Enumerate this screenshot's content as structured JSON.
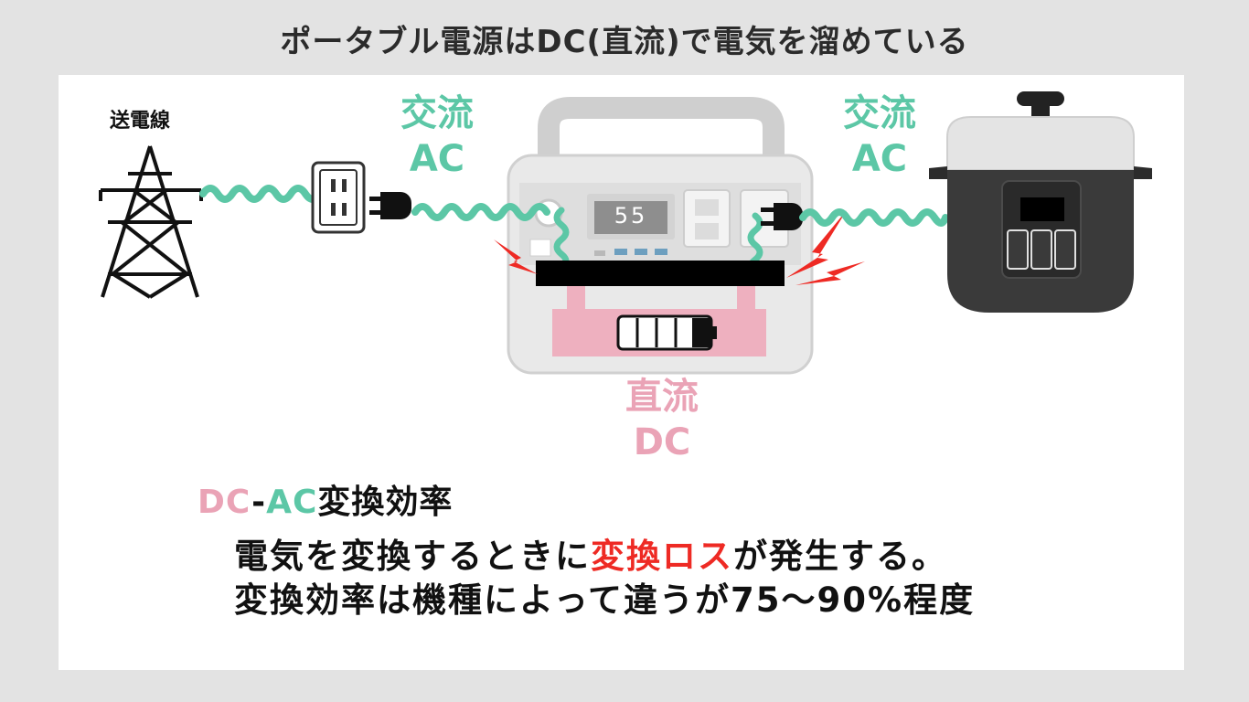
{
  "title": "ポータブル電源はDC(直流)で電気を溜めている",
  "labels": {
    "power_line": "送電線",
    "ac_left": {
      "top": "交流",
      "bottom": "AC"
    },
    "ac_right": {
      "top": "交流",
      "bottom": "AC"
    },
    "dc": {
      "top": "直流",
      "bottom": "DC"
    },
    "display_value": "55"
  },
  "efficiency": {
    "heading_dc": "DC",
    "heading_sep": "-",
    "heading_ac": "AC",
    "heading_rest": "変換効率",
    "line1_a": "電気を変換するときに",
    "line1_b": "変換ロス",
    "line1_c": "が発生する。",
    "line2": "変換効率は機種によって違うが75～90%程度"
  },
  "colors": {
    "ac_green": "#5cc7a6",
    "dc_pink": "#eaa3b6",
    "loss_red": "#ee2a24",
    "background": "#e3e3e3"
  }
}
